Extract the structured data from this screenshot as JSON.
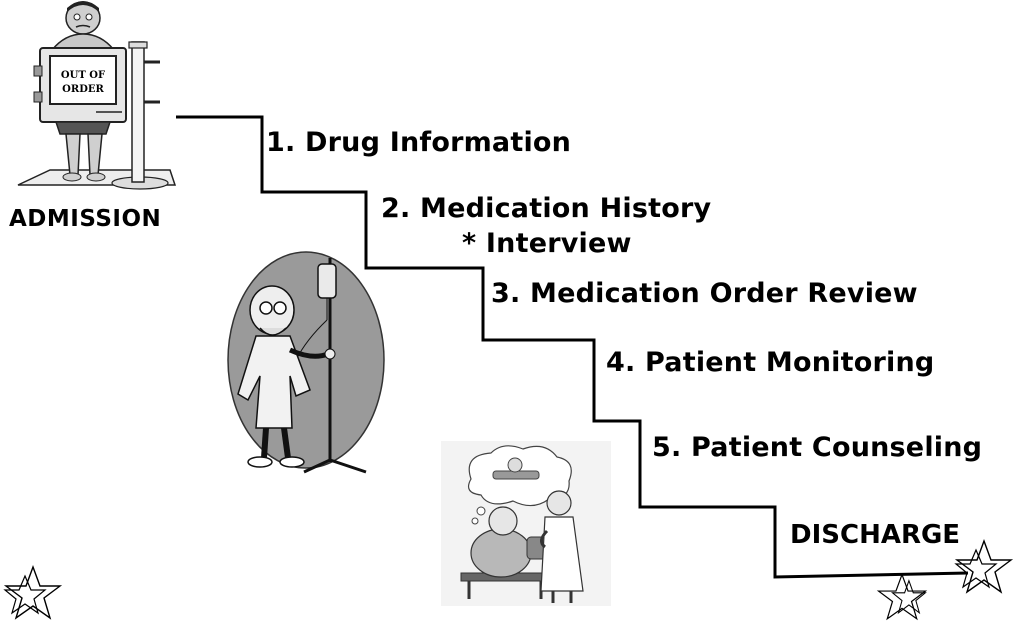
{
  "start_label": "ADMISSION",
  "end_label": "DISCHARGE",
  "sign_text": [
    "OUT OF",
    "ORDER"
  ],
  "steps": [
    {
      "text": "1.  Drug Information"
    },
    {
      "text": "2. Medication History"
    },
    {
      "text": "* Interview"
    },
    {
      "text": "3. Medication Order Review"
    },
    {
      "text": "4. Patient Monitoring"
    },
    {
      "text": "5.  Patient Counseling"
    }
  ],
  "icons": [
    "patient-with-sign-illustration",
    "iv-drip-patient-illustration",
    "counseling-illustration",
    "star-icon"
  ]
}
